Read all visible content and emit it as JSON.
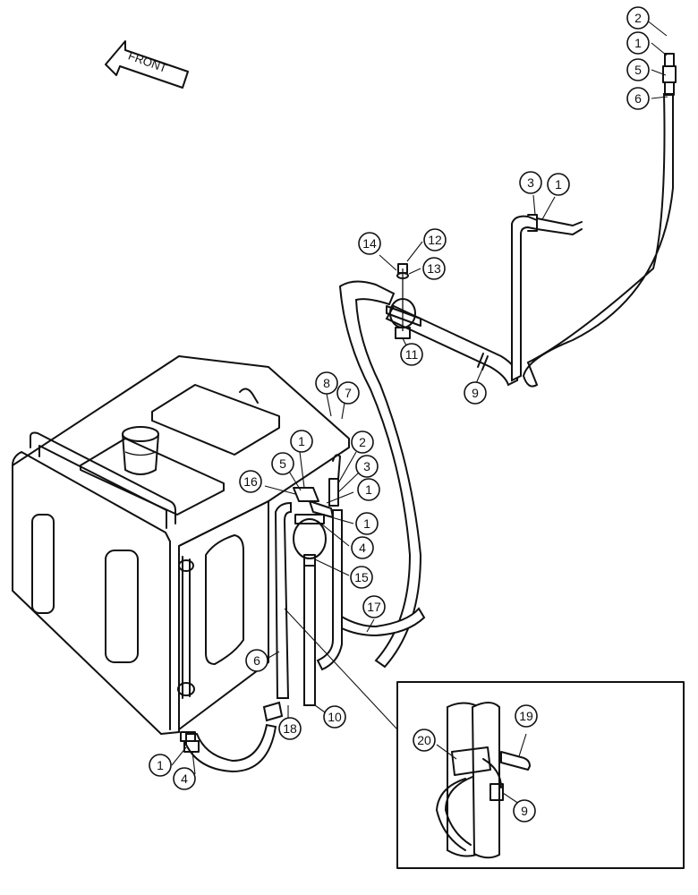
{
  "front_label": "FRONT",
  "callouts": [
    {
      "id": "c-2-top",
      "n": "2"
    },
    {
      "id": "c-1-top",
      "n": "1"
    },
    {
      "id": "c-5-top",
      "n": "5"
    },
    {
      "id": "c-6-top",
      "n": "6"
    },
    {
      "id": "c-3-upper",
      "n": "3"
    },
    {
      "id": "c-1-upper",
      "n": "1"
    },
    {
      "id": "c-12",
      "n": "12"
    },
    {
      "id": "c-14",
      "n": "14"
    },
    {
      "id": "c-13",
      "n": "13"
    },
    {
      "id": "c-11",
      "n": "11"
    },
    {
      "id": "c-9-upper",
      "n": "9"
    },
    {
      "id": "c-8",
      "n": "8"
    },
    {
      "id": "c-7",
      "n": "7"
    },
    {
      "id": "c-1-mid",
      "n": "1"
    },
    {
      "id": "c-2-mid",
      "n": "2"
    },
    {
      "id": "c-5-mid",
      "n": "5"
    },
    {
      "id": "c-3-mid",
      "n": "3"
    },
    {
      "id": "c-16",
      "n": "16"
    },
    {
      "id": "c-1-mid2",
      "n": "1"
    },
    {
      "id": "c-1-mid3",
      "n": "1"
    },
    {
      "id": "c-4-mid",
      "n": "4"
    },
    {
      "id": "c-15",
      "n": "15"
    },
    {
      "id": "c-17",
      "n": "17"
    },
    {
      "id": "c-6-low",
      "n": "6"
    },
    {
      "id": "c-18",
      "n": "18"
    },
    {
      "id": "c-10",
      "n": "10"
    },
    {
      "id": "c-1-low",
      "n": "1"
    },
    {
      "id": "c-4-low",
      "n": "4"
    },
    {
      "id": "c-19",
      "n": "19"
    },
    {
      "id": "c-20",
      "n": "20"
    },
    {
      "id": "c-9-inset",
      "n": "9"
    }
  ]
}
